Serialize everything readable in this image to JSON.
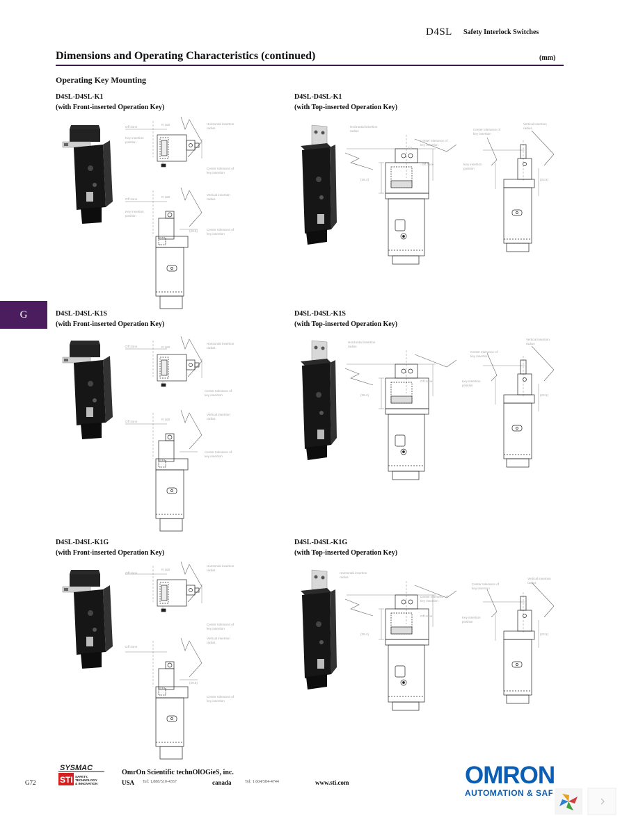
{
  "header": {
    "model": "D4SL",
    "category": "Safety Interlock Switches"
  },
  "section": {
    "title": "Dimensions and Operating Characteristics (continued)",
    "unit": "(mm)"
  },
  "subheading": "Operating Key Mounting",
  "tab": {
    "letter": "G"
  },
  "blocks": [
    {
      "model": "D4SL-D4SL-K1",
      "desc": "(with Front-inserted Operation Key)"
    },
    {
      "model": "D4SL-D4SL-K1",
      "desc": "(with Top-inserted Operation Key)"
    },
    {
      "model": "D4SL-D4SL-K1S",
      "desc": "(with Front-inserted Operation Key)"
    },
    {
      "model": "D4SL-D4SL-K1S",
      "desc": "(with Top-inserted Operation Key)"
    },
    {
      "model": "D4SL-D4SL-K1G",
      "desc": "(with Front-inserted Operation Key)"
    },
    {
      "model": "D4SL-D4SL-K1G",
      "desc": "(with Top-inserted Operation Key)"
    }
  ],
  "notes": {
    "off_zone": "Off zone",
    "key_insertion": "Key insertion position",
    "horizontal": "Horizontal insertion radius",
    "vertical": "Vertical insertion radius",
    "center_tolerance": "Center tolerance of key insertion",
    "dim_r": "R 160",
    "dim_a": "(29.5)",
    "dim_b": "3.5",
    "dim_c": "(23.5)",
    "dim_d": "(28.4)"
  },
  "footer": {
    "page": "G72",
    "company": "OmrOn Scientific technOlOGieS, inc.",
    "usa": "USA",
    "usa_phone": "Tel: 1.888/510-4357",
    "canada": "canada",
    "canada_phone": "Tel: 1.604/584-4744",
    "web": "www.sti.com",
    "sysmac": "SYSMAC",
    "sti": "STI",
    "sti_tag": "SAFETY, TECHNOLOGY & INNOVATION"
  },
  "brand": {
    "name": "OMRON",
    "tagline": "AUTOMATION & SAFETY",
    "color": "#0a5fb4"
  },
  "colors": {
    "rule": "#3a1a4f",
    "tab": "#4b1c5e",
    "sti_red": "#d32020"
  },
  "icons": [
    "chevron-right-icon",
    "pinwheel-icon"
  ]
}
